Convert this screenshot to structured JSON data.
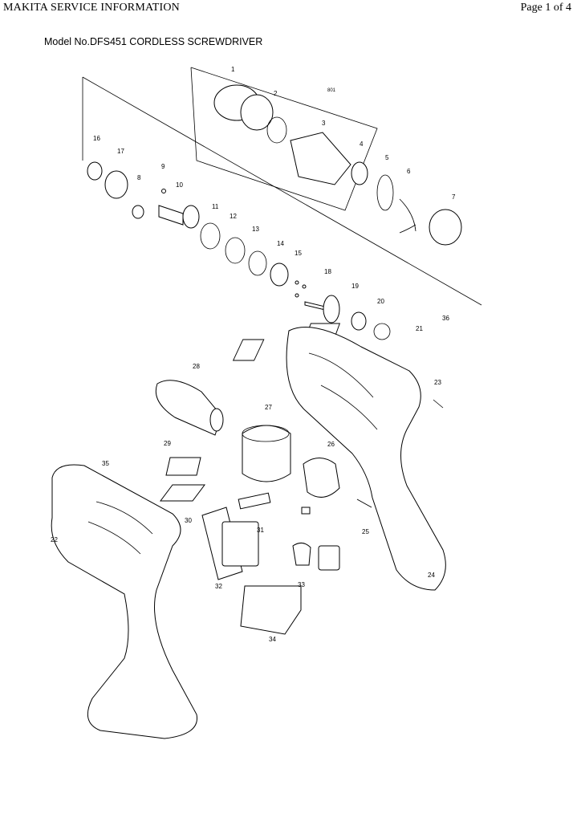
{
  "header": {
    "left": "MAKITA SERVICE INFORMATION",
    "right": "Page 1 of 4"
  },
  "model_title": "Model No.DFS451 CORDLESS SCREWDRIVER",
  "sub_assembly_label": "801",
  "part_labels": [
    "1",
    "2",
    "3",
    "4",
    "5",
    "6",
    "7",
    "8",
    "9",
    "10",
    "11",
    "12",
    "13",
    "14",
    "15",
    "16",
    "17",
    "18",
    "19",
    "20",
    "21",
    "22",
    "23",
    "24",
    "25",
    "26",
    "27",
    "28",
    "29",
    "30",
    "31",
    "32",
    "33",
    "34",
    "35",
    "36"
  ]
}
